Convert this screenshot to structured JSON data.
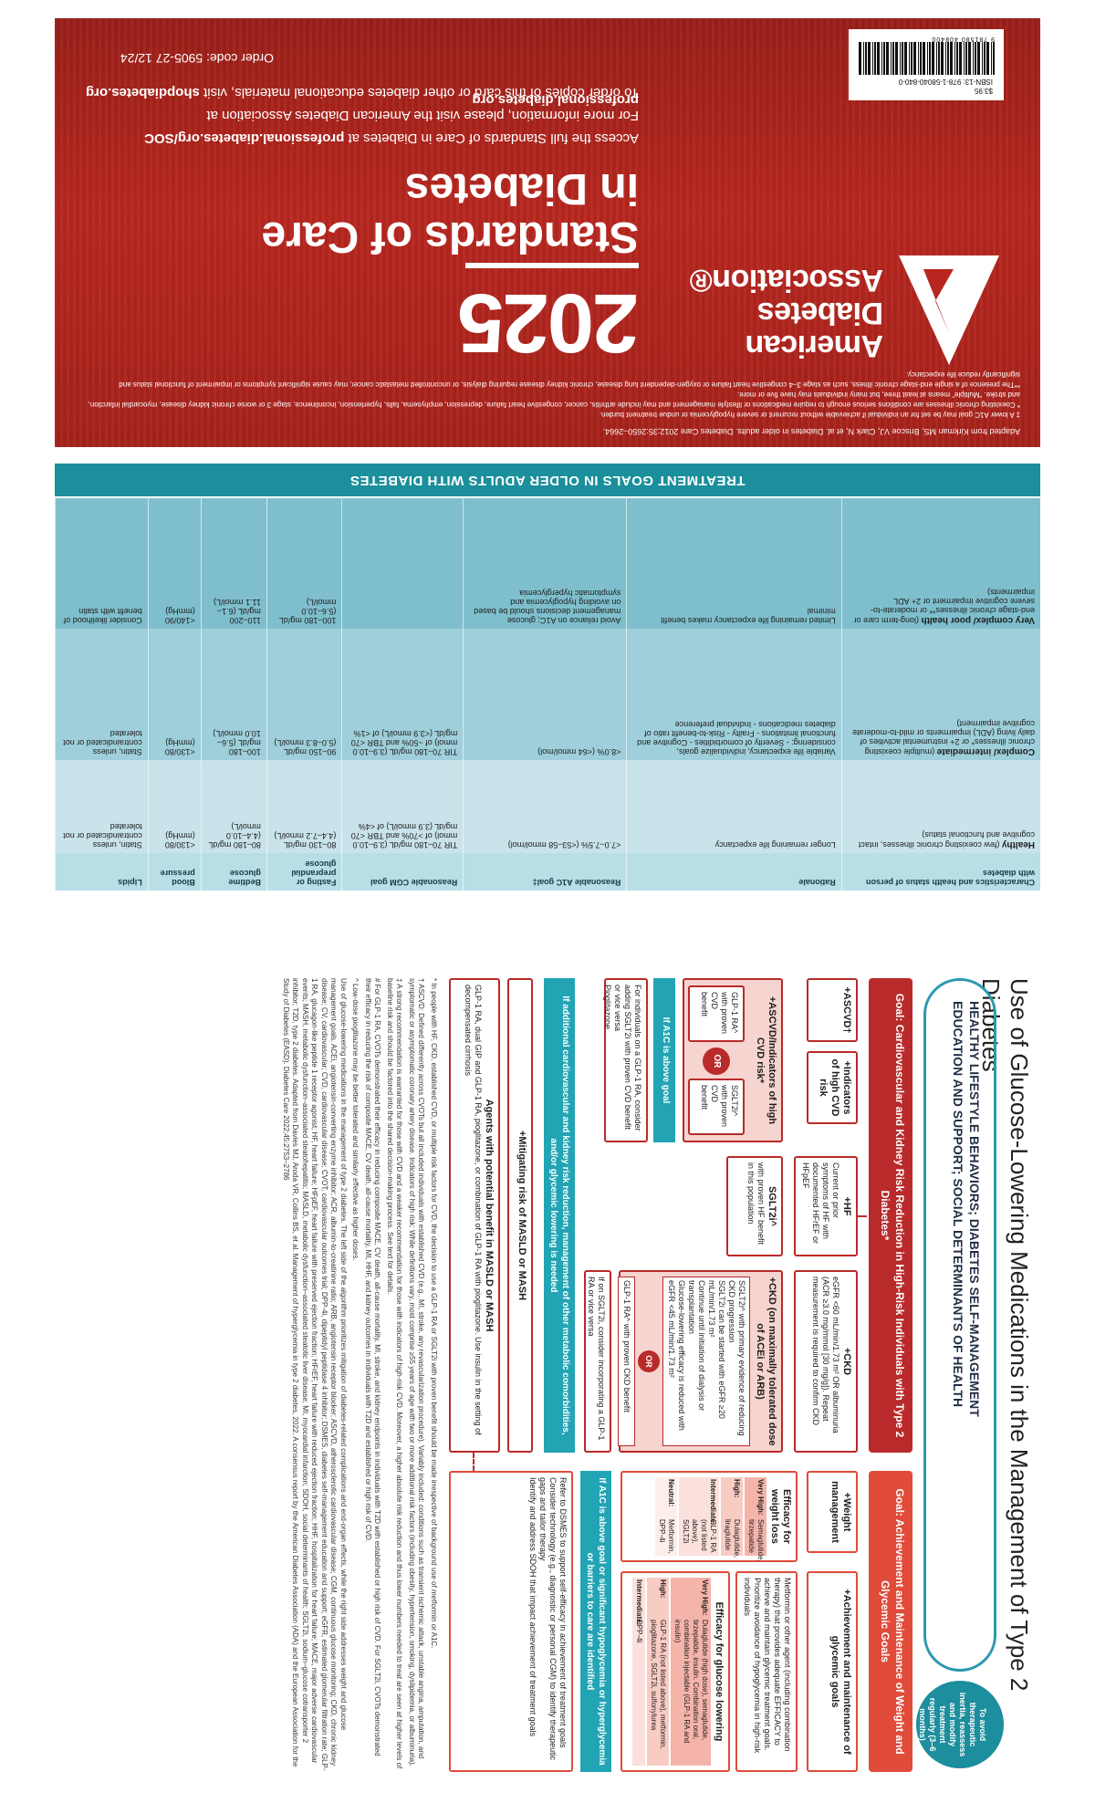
{
  "cover": {
    "adapted": "Adapted from Kirkman MS, Briscoe VJ, Clark N, et al. Diabetes in older adults. Diabetes Care 2012;35:2650–2664.",
    "footnote_1": "‡ A lower A1C goal may be set for an individual if achievable without recurrent or severe hypoglycemia or undue treatment burden.",
    "footnote_2": "* Coexisting chronic illnesses are conditions serious enough to require medications or lifestyle management and may include arthritis, cancer, congestive heart failure, depression, emphysema, falls, hypertension, incontinence, stage 3 or worse chronic kidney disease, myocardial infarction, and stroke. “Multiple” means at least three, but many individuals may have five or more.",
    "footnote_3": "**The presence of a single end-stage chronic illness, such as stage 3–4 congestive heart failure or oxygen-dependent lung disease, chronic kidney disease requiring dialysis, or uncontrolled metastatic cancer, may cause significant symptoms or impairment of functional status and significantly reduce life expectancy.",
    "org_line1": "American",
    "org_line2": "Diabetes",
    "org_line3": "Association®",
    "year": "2025",
    "title_line1": "Standards of Care",
    "title_line2": "in Diabetes",
    "access_prefix": "Access the full Standards of Care in Diabetes at ",
    "access_link": "professional.diabetes.org/SOC",
    "more_prefix": "For more information, please visit the American Diabetes Association at ",
    "more_link": "professional.diabetes.org",
    "order_prefix": "To order copies of this card or other diabetes educational materials, visit ",
    "order_link": "shopdiabetes.org",
    "order_code": "Order code: 5905-27      12/24",
    "price": "$3.95",
    "isbn": "ISBN-13: 978-1-58040-840-0",
    "barcode_number": "9 781580 408400"
  },
  "goals_table": {
    "title": "TREATMENT GOALS IN OLDER ADULTS WITH DIABETES",
    "headers": [
      "Characteristics and health status of person with diabetes",
      "Rationale",
      "Reasonable A1C goal‡",
      "Reasonable CGM goal",
      "Fasting or preprandial glucose",
      "Bedtime glucose",
      "Blood pressure",
      "Lipids"
    ],
    "rows": [
      {
        "status_bold": "Healthy",
        "status_rest": " (few coexisting chronic illnesses, intact cognitive and functional status)",
        "rationale": "Longer remaining life expectancy",
        "a1c": "<7.0–7.5% (<53–58 mmol/mol)",
        "cgm": "TIR 70–180 mg/dL (3.9–10.0 mmol) of >70% and TBR <70 mg/dL (3.9 mmol/L) of <4%",
        "fasting": "80–130 mg/dL (4.4–7.2 mmol/L)",
        "bedtime": "80–180 mg/dL (4.4–10.0 mmol/L)",
        "bp": "<130/80 (mmHg)",
        "lipids": "Statin, unless contraindicated or not tolerated"
      },
      {
        "status_bold": "Complex/ intermediate",
        "status_rest": " (multiple coexisting chronic illnesses* or 2+ instrumental activities of daily living (ADL) impairments or mild-to-moderate cognitive impairment)",
        "rationale": "Variable life expectancy, individualize goals, considering: - Severity of comorbidities - Cognitive and functional limitations - Frailty - Risk-to-benefit ratio of diabetes medications - Individual preference",
        "a1c": "<8.0% (<64 mmol/mol)",
        "cgm": "TIR 70–180 mg/dL (3.9–10.0 mmol) of ~50% and TBR <70 mg/dL (<3.9 mmol/L) of <1%",
        "fasting": "90–150 mg/dL (5.0–8.3 mmol/L)",
        "bedtime": "100–180 mg/dL (5.6–10.0 mmol/L)",
        "bp": "<130/80 (mmHg)",
        "lipids": "Statin, unless contraindicated or not tolerated"
      },
      {
        "status_bold": "Very complex/ poor health",
        "status_rest": " (long-term care or end-stage chronic illnesses** or moderate-to-severe cognitive impairment or 2+ ADL impairments)",
        "rationale": "Limited remaining life expectancy makes benefit minimal",
        "a1c": "Avoid reliance on A1C; glucose management decisions should be based on avoiding hypoglycemia and symptomatic hyperglycemia",
        "cgm": "",
        "fasting": "100–180 mg/dL (5.6–10.0 mmol/L)",
        "bedtime": "110–200 mg/dL (6.1–11.1 mmol/L)",
        "bp": "<140/90 (mmHg)",
        "lipids": "Consider likelihood of benefit with statin"
      }
    ]
  },
  "algorithm": {
    "title": "Use of Glucose-Lowering Medications in the Management of Type 2 Diabetes",
    "lifestyle_1": "HEALTHY LIFESTYLE BEHAVIORS; DIABETES SELF-MANAGEMENT",
    "lifestyle_2": "EDUCATION AND SUPPORT; SOCIAL DETERMINANTS OF HEALTH",
    "circle_text": "To avoid therapeutic inertia, reassess and modify treatment regularly (3–6 months)",
    "goal_left": "Goal: Cardiovascular and Kidney Risk Reduction in High-Risk Individuals with Type 2 Diabetes*",
    "goal_right": "Goal: Achievement and Maintenance of Weight and Glycemic Goals",
    "ascvd": "+ASCVD†",
    "high_cvd_risk": "+Indicators of high CVD risk",
    "hf": "+HF",
    "hf_text": "Current or prior symptoms of HF with documented HFrEF or HFpEF",
    "ckd": "+CKD",
    "ckd_text": "eGFR <60 mL/min/1.73 m² OR albuminuria (ACR ≥3.0 mg/mmol [30 mg/g]). Repeat measurement is required to confirm CKD",
    "ascvd_combined": "+ASCVD/Indicators of high CVD risk*",
    "glp1_text": "GLP-1 RA^ with proven CVD benefit",
    "or_label": "OR",
    "sglt2_cvd": "SGLT2i^ with proven CVD benefit",
    "sglt2_hf_head": "SGLT2i^",
    "sglt2_hf_text": "with proven HF benefit in this population",
    "ckd_on_max": "+CKD (on maximally tolerated dose of ACEi or ARB)",
    "ckd_sglt2": "SGLT2i^ with primary evidence of reducing CKD progression",
    "ckd_bullet_1": "SGLT2i can be started with eGFR ≥20 mL/min/1.73 m²",
    "ckd_bullet_2": "Continue until initiation of dialysis or transplantation",
    "ckd_bullet_3": "Glucose-lowering efficacy is reduced with eGFR <45 mL/min/1.73 m²",
    "ckd_glp1": "GLP-1 RA^ with proven CKD benefit",
    "a1c_above": "If A1C is above goal",
    "a1c_above_1": "For individuals on a GLP-1 RA, consider adding SGLT2i with proven CVD benefit or vice versa",
    "a1c_above_2": "Pioglitazone",
    "if_sglt2": "If on SGLT2i, consider incorporating a GLP-1 RA or vice versa",
    "teal_bar_left": "If additional cardiovascular and kidney risk reduction, management of other metabolic comorbidities, and/or glycemic lowering is needed",
    "masld": "+Mitigating risk of MASLD or MASH",
    "masld_agents": "Agents with potential benefit in MASLD or MASH",
    "masld_text": "GLP-1 RA, dual GIP and GLP-1 RA, pioglitazone, or combination of GLP-1 RA with pioglitazone. Use insulin in the setting of decompensated cirrhosis",
    "weight_mgmt": "+Weight management",
    "glycemic": "+Achievement and maintenance of glycemic goals",
    "eff_weight": "Efficacy for weight loss",
    "eff_glucose": "Efficacy for glucose lowering",
    "w_very_high": "Very High:",
    "w_very_high_v": "Semaglutide, tirzepatide",
    "w_high": "High:",
    "w_high_v": "Dulaglutide, liraglutide",
    "w_inter": "Intermediate:",
    "w_inter_v": "GLP-1 RA (not listed above), SGLT2i",
    "w_neutral": "Neutral:",
    "w_neutral_v": "Metformin, DPP-4i",
    "g_text": "Metformin or other agent (including combination therapy) that provides adequate EFFICACY to achieve and maintain glycemic treatment goals. Prioritize avoidance of hypoglycemia in high-risk individuals",
    "g_very_high": "Very High:",
    "g_very_high_v": "Dulaglutide (high dose), semaglutide, tirzepatide, insulin. Combination oral, combination injectable (GLP-1 RA and insulin)",
    "g_high": "High:",
    "g_high_v": "GLP-1 RA (not listed above), metformin, pioglitazone, SGLT2i, sulfonylurea",
    "g_inter": "Intermediate:",
    "g_inter_v": "DPP-4i",
    "teal_bar_right": "If A1C is above goal or significant hypoglycemia or hyperglycemia or barriers to care are identified",
    "refer_1": "Refer to DSMES to support self-efficacy in achievement of treatment goals",
    "refer_2": "Consider technology (e.g., diagnostic or personal CGM) to identify therapeutic gaps and tailor therapy",
    "refer_3": "Identify and address SDOH that impact achievement of treatment goals",
    "note_1": "* In people with HF, CKD, established CVD, or multiple risk factors for CVD, the decision to use a GLP-1 RA or SGLT2i with proven benefit should be made irrespective of background use of metformin or A1C.",
    "note_2": "† ASCVD: Defined differently across CVOTs but all included individuals with established CVD (e.g., MI, stroke, any revascularization procedure). Variably included: conditions such as transient ischemic attack, unstable angina, amputation, and symptomatic or asymptomatic coronary artery disease. Indicators of high risk: While definitions vary, most comprise ≥55 years of age with two or more additional risk factors (including obesity, hypertension, smoking, dyslipidemia, or albuminuria).",
    "note_3": "‡ A strong recommendation is warranted for those with CVD and a weaker recommendation for those with indicators of high-risk CVD. Moreover, a higher absolute risk reduction and thus lower numbers needed to treat are seen at higher levels of baseline risk and should be factored into the shared decision-making process. See text for details.",
    "note_4": "# For GLP-1 RA, CVOTs demonstrated their efficacy in reducing composite MACE, CV death, all-cause mortality, MI, stroke, and kidney endpoints in individuals with T2D with established or high risk of CVD. For SGLT2i, CVOTs demonstrated their efficacy in reducing the risk of composite MACE, CV death, all-cause mortality, MI, HHF, and kidney outcomes in individuals with T2D and established or high risk of CVD.",
    "note_5": "^ Low-dose pioglitazone may be better tolerated and similarly effective as higher doses.",
    "note_6": "Use of glucose-lowering medications in the management of type 2 diabetes. The left side of the algorithm prioritizes mitigation of diabetes-related complications and end-organ effects, while the right side addresses weight and glucose management goals. ACEi, angiotensin-converting enzyme inhibitor; ACR, albumin-to-creatinine ratio; ARB, angiotensin receptor blocker; ASCVD, atherosclerotic cardiovascular disease; CGM, continuous glucose monitoring; CKD, chronic kidney disease; CV, cardiovascular; CVD, cardiovascular disease; CVOT, cardiovascular outcomes trial; DPP-4i, dipeptidyl peptidase 4 inhibitor; DSMES, diabetes self-management education and support; eGFR, estimated glomerular filtration rate; GLP-1 RA, glucagon-like peptide 1 receptor agonist; HF, heart failure; HFpEF, heart failure with preserved ejection fraction; HFrEF, heart failure with reduced ejection fraction; HHF, hospitalization for heart failure; MACE, major adverse cardiovascular events; MASH, metabolic dysfunction–associated steatohepatitis; MASLD, metabolic dysfunction–associated steatotic liver disease; MI, myocardial infarction; SDOH, social determinants of health; SGLT2i, sodium–glucose cotransporter 2 inhibitor; T2D, type 2 diabetes. Adapted from Davies MJ, Aroda VR, Collins BS, et al. Management of hyperglycemia in type 2 diabetes, 2022. A consensus report by the American Diabetes Association (ADA) and the European Association for the Study of Diabetes (EASD). Diabetes Care 2022;45:2753–2786"
  }
}
